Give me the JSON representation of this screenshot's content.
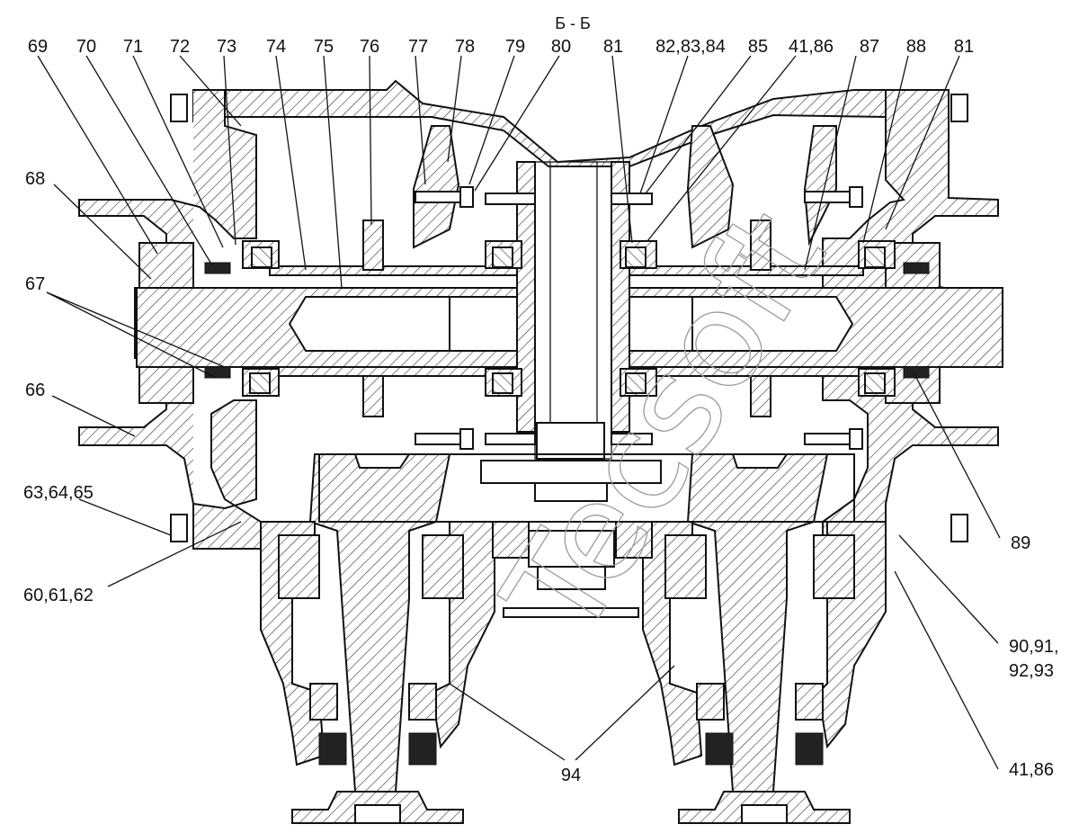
{
  "section_title": "Б - Б",
  "watermark": "Tecsoft",
  "callouts": {
    "top": [
      "69",
      "70",
      "71",
      "72",
      "73",
      "74",
      "75",
      "76",
      "77",
      "78",
      "79",
      "80",
      "81",
      "82,83,84",
      "85",
      "41,86",
      "87",
      "88",
      "81"
    ],
    "left": [
      "68",
      "67",
      "66",
      "63,64,65",
      "60,61,62"
    ],
    "right": [
      "89",
      "90,91,",
      "92,93",
      "41,86"
    ],
    "bottom": [
      "94"
    ]
  }
}
